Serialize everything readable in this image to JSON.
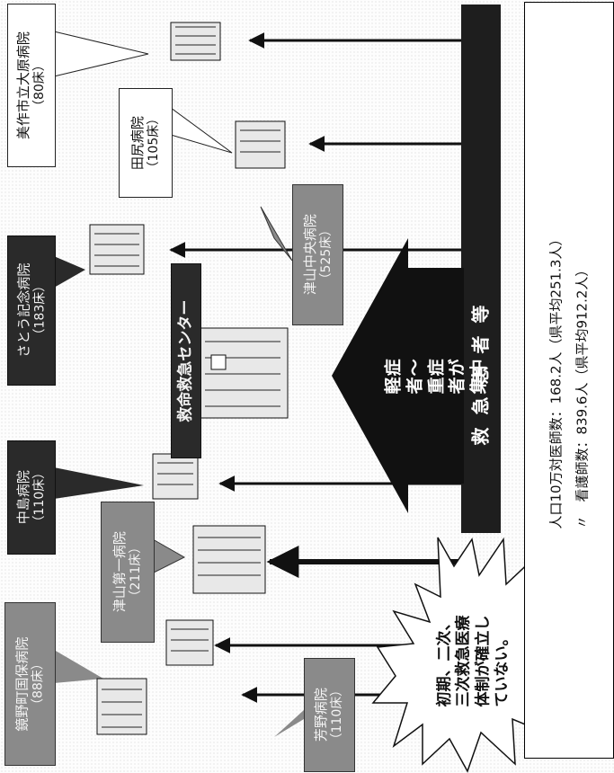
{
  "hospitals": [
    {
      "name": "美作市立大原病院",
      "beds": "（80床）"
    },
    {
      "name": "田尻病院",
      "beds": "（105床）"
    },
    {
      "name": "津山中央病院",
      "beds": "（525床）"
    },
    {
      "name": "さとう記念病院",
      "beds": "（183床）"
    },
    {
      "name": "中島病院",
      "beds": "（110床）"
    },
    {
      "name": "津山第一病院",
      "beds": "（211床）"
    },
    {
      "name": "鏡野町国保病院",
      "beds": "（88床）"
    },
    {
      "name": "芳野病院",
      "beds": "（110床）"
    }
  ],
  "center": {
    "label": "救命救急センター"
  },
  "concentration": {
    "text": "軽症者〜重症者が集中"
  },
  "patients": {
    "label": "救急患者等"
  },
  "burst": {
    "line1": "初期、二次、",
    "line2": "三次救急医療",
    "line3": "体制が確立し",
    "line4": "ていない。"
  },
  "stats": {
    "doctors": "人口10万対医師数：168.2人（県平均251.3人）",
    "nurses": "〃　看護師数：839.6人（県平均912.2人）"
  }
}
